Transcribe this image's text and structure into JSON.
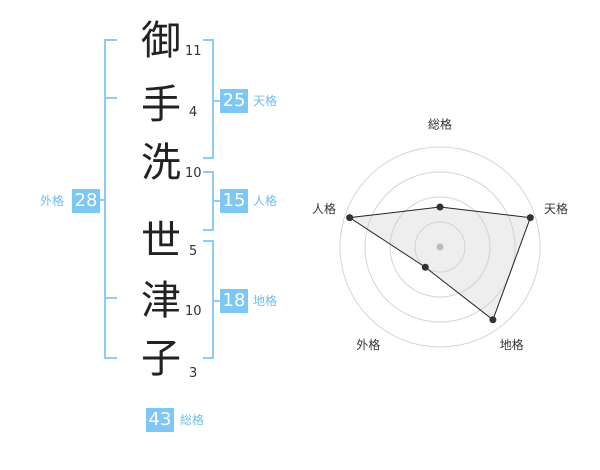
{
  "name_chars": [
    {
      "char": "御",
      "strokes": "11"
    },
    {
      "char": "手",
      "strokes": "4"
    },
    {
      "char": "洗",
      "strokes": "10"
    },
    {
      "char": "世",
      "strokes": "5"
    },
    {
      "char": "津",
      "strokes": "10"
    },
    {
      "char": "子",
      "strokes": "3"
    }
  ],
  "kaku": {
    "tenkaku": {
      "value": "25",
      "label": "天格"
    },
    "jinkaku": {
      "value": "15",
      "label": "人格"
    },
    "chikaku": {
      "value": "18",
      "label": "地格"
    },
    "gaikaku": {
      "value": "28",
      "label": "外格"
    },
    "soukaku": {
      "value": "43",
      "label": "総格"
    }
  },
  "colors": {
    "accent": "#7cc7f5",
    "bracket": "#8dcdf5",
    "label": "#6fbdf0"
  },
  "chart_data": {
    "type": "radar",
    "axes": [
      "総格",
      "天格",
      "地格",
      "外格",
      "人格"
    ],
    "values": [
      0.4,
      0.95,
      0.9,
      0.25,
      0.95
    ],
    "rings": 4
  }
}
